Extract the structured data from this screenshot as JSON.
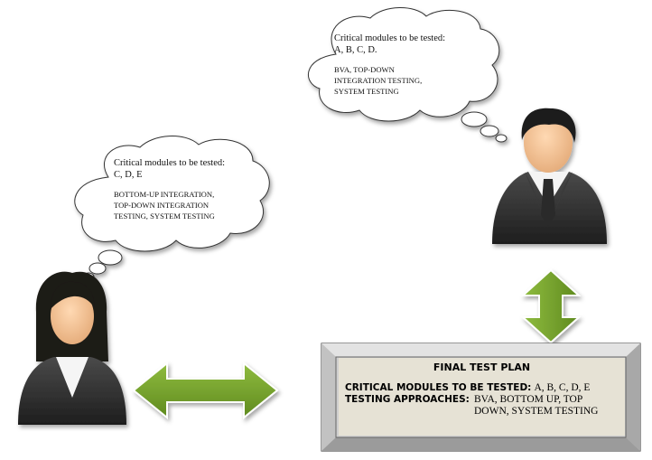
{
  "manager_cloud": {
    "critical_label": "Critical modules to be tested:",
    "modules": "A, B, C, D.",
    "approaches": "BVA, TOP-DOWN\nINTEGRATION TESTING,\nSYSTEM TESTING"
  },
  "tester_cloud": {
    "critical_label": "Critical modules to be tested:",
    "modules": "C, D, E",
    "approaches": "BOTTOM-UP INTEGRATION,\nTOP-DOWN INTEGRATION\nTESTING, SYSTEM TESTING"
  },
  "final_plan": {
    "title": "FINAL TEST PLAN",
    "modules_label": "CRITICAL MODULES TO BE TESTED:",
    "modules_value": "A, B, C, D, E",
    "approaches_label": "TESTING APPROACHES:",
    "approaches_value": "BVA, BOTTOM UP, TOP DOWN, SYSTEM TESTING"
  },
  "icons": {
    "manager": "businessman-avatar-icon",
    "tester": "businesswoman-avatar-icon",
    "horizontal_arrow": "double-headed-arrow-icon",
    "vertical_arrow": "vertical-double-arrow-icon"
  },
  "colors": {
    "arrow_green": "#7aa32e",
    "plan_background": "#e6e2d5",
    "frame_gray": "#bdbdbd"
  }
}
